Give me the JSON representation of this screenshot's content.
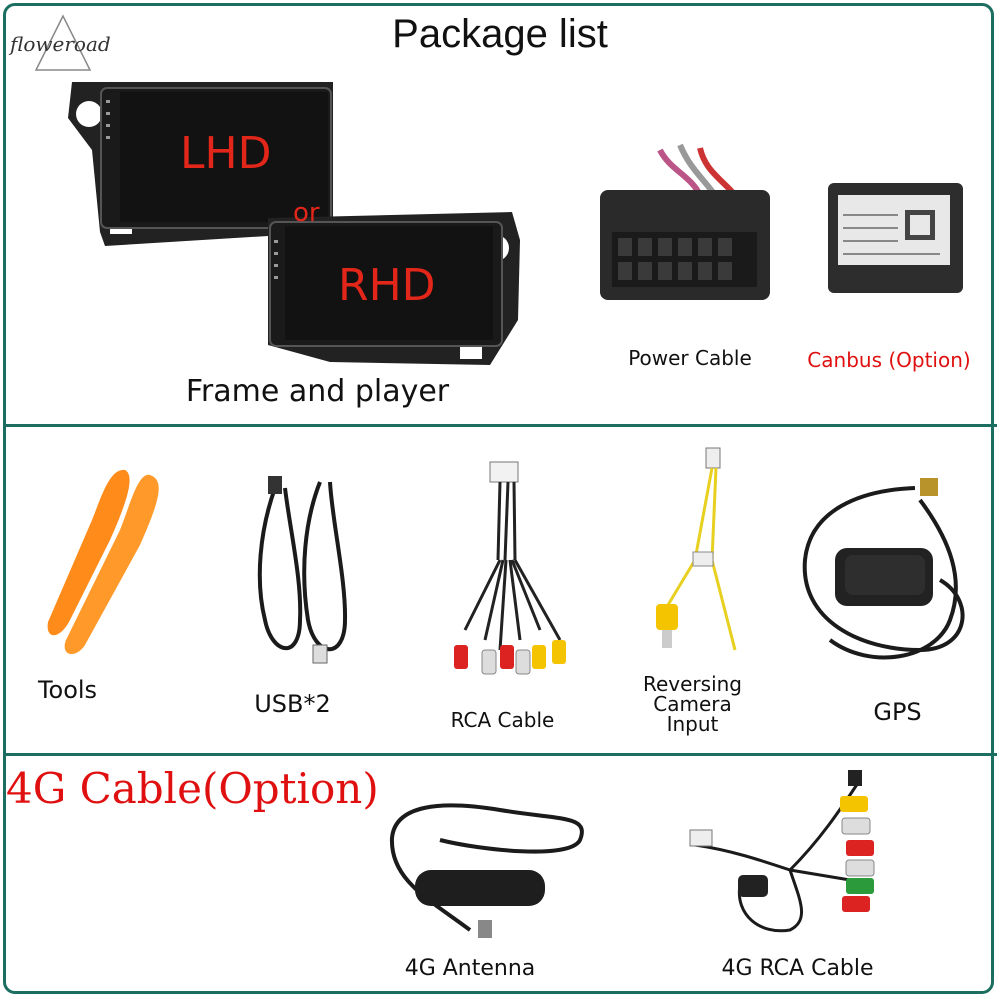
{
  "header": {
    "title": "Package list",
    "brand": "floweroad"
  },
  "section1": {
    "player": {
      "lhd": "LHD",
      "or": "or",
      "rhd": "RHD",
      "caption": "Frame and player"
    },
    "power_cable": "Power Cable",
    "canbus": "Canbus (Option)"
  },
  "section2": {
    "tools": "Tools",
    "usb": "USB*2",
    "rca": "RCA Cable",
    "reversing": [
      "Reversing",
      "Camera",
      "Input"
    ],
    "gps": "GPS"
  },
  "section3": {
    "heading": "4G Cable(Option)",
    "antenna": "4G Antenna",
    "rca4g": "4G RCA Cable"
  },
  "colors": {
    "border": "#1c6e60",
    "accent_red": "#e01010",
    "screen_text": "#e3261a"
  }
}
